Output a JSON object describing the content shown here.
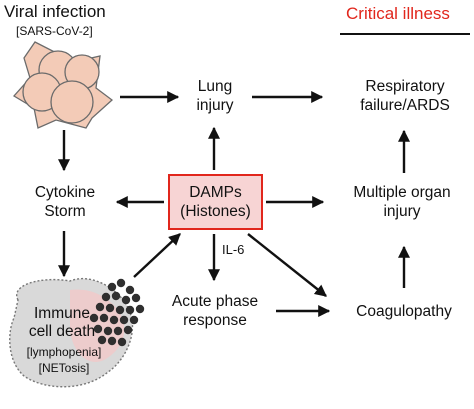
{
  "header": {
    "viral_infection": "Viral infection",
    "sars_cov_2": "[SARS-CoV-2]",
    "critical_illness": "Critical illness"
  },
  "nodes": {
    "lung_injury": [
      "Lung",
      "injury"
    ],
    "respiratory_failure": [
      "Respiratory",
      "failure/ARDS"
    ],
    "cytokine_storm": [
      "Cytokine",
      "Storm"
    ],
    "damps": [
      "DAMPs",
      "(Histones)"
    ],
    "multiple_organ_injury": [
      "Multiple organ",
      "injury"
    ],
    "il6": "IL-6",
    "acute_phase_response": [
      "Acute phase",
      "response"
    ],
    "coagulopathy": "Coagulopathy",
    "immune_cell_death": [
      "Immune",
      "cell death"
    ],
    "lymphopenia": "[lymphopenia]",
    "netosis": "[NETosis]"
  },
  "colors": {
    "accent_red": "#e1261c",
    "damps_fill": "#f7d4d4",
    "virus_fill": "#f3cbb7",
    "cell_fill": "#d9d9d9",
    "arrow": "#111111"
  },
  "icons": {
    "virus": "virus-icon",
    "immune_cell": "immune-cell-icon",
    "histone_cluster": "histone-cluster-icon"
  }
}
